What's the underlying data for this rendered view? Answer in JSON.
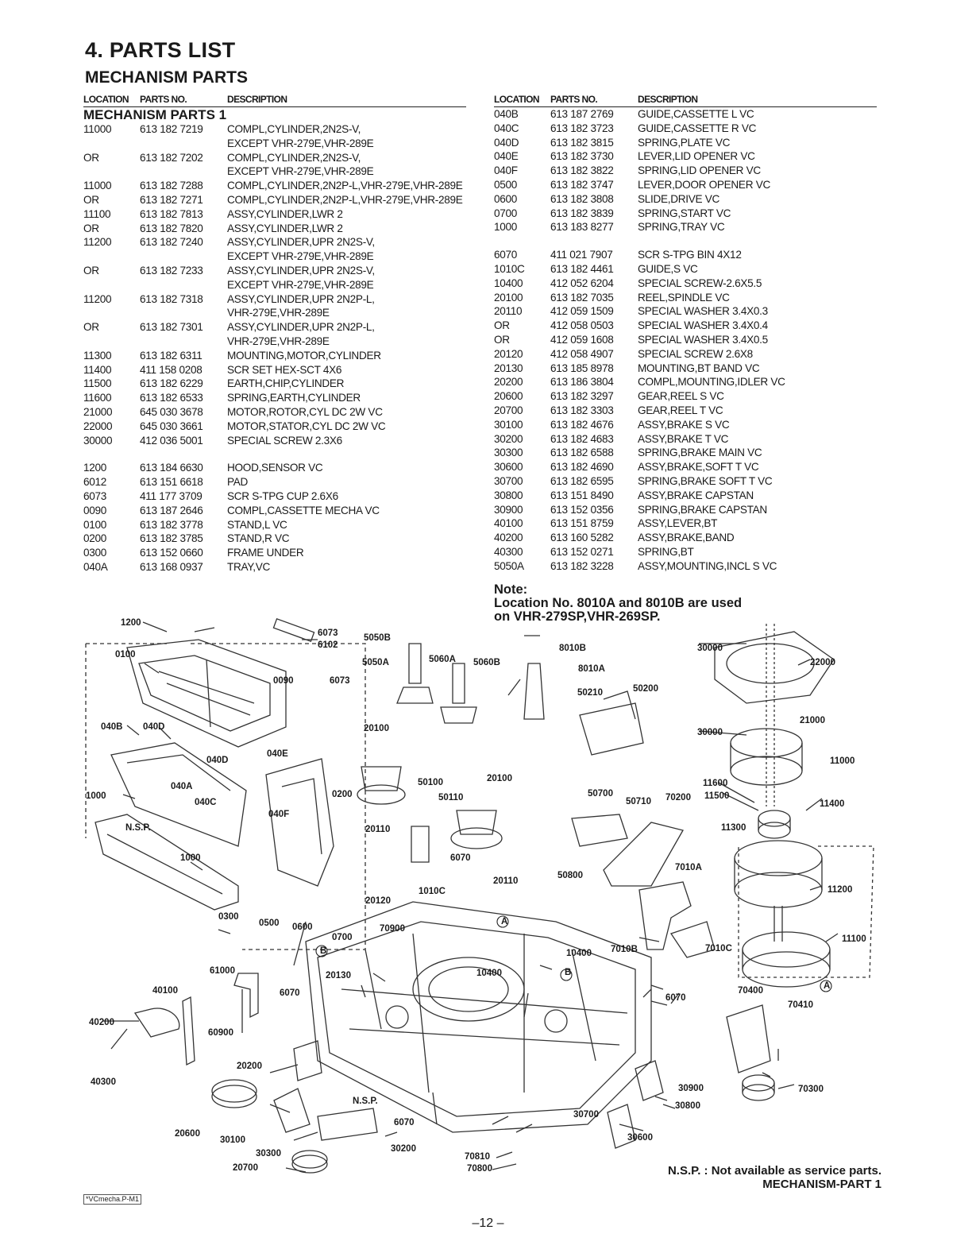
{
  "title": "4. PARTS LIST",
  "subtitle": "MECHANISM PARTS",
  "headers": {
    "location": "LOCATION",
    "parts_no": "PARTS NO.",
    "description": "DESCRIPTION"
  },
  "left_section_title": "MECHANISM PARTS 1",
  "left_rows": [
    {
      "loc": "11000",
      "pn": "613 182 7219",
      "desc": "COMPL,CYLINDER,2N2S-V,"
    },
    {
      "loc": "",
      "pn": "",
      "desc": "EXCEPT VHR-279E,VHR-289E"
    },
    {
      "loc": "OR",
      "pn": "613 182 7202",
      "desc": "COMPL,CYLINDER,2N2S-V,"
    },
    {
      "loc": "",
      "pn": "",
      "desc": "EXCEPT VHR-279E,VHR-289E"
    },
    {
      "loc": "11000",
      "pn": "613 182 7288",
      "desc": "COMPL,CYLINDER,2N2P-L,VHR-279E,VHR-289E"
    },
    {
      "loc": "OR",
      "pn": "613 182 7271",
      "desc": "COMPL,CYLINDER,2N2P-L,VHR-279E,VHR-289E"
    },
    {
      "loc": "11100",
      "pn": "613 182 7813",
      "desc": "ASSY,CYLINDER,LWR 2"
    },
    {
      "loc": "OR",
      "pn": "613 182 7820",
      "desc": "ASSY,CYLINDER,LWR 2"
    },
    {
      "loc": "11200",
      "pn": "613 182 7240",
      "desc": "ASSY,CYLINDER,UPR 2N2S-V,"
    },
    {
      "loc": "",
      "pn": "",
      "desc": "EXCEPT VHR-279E,VHR-289E"
    },
    {
      "loc": "OR",
      "pn": "613 182 7233",
      "desc": "ASSY,CYLINDER,UPR 2N2S-V,"
    },
    {
      "loc": "",
      "pn": "",
      "desc": "EXCEPT VHR-279E,VHR-289E"
    },
    {
      "loc": "11200",
      "pn": "613 182 7318",
      "desc": "ASSY,CYLINDER,UPR 2N2P-L,"
    },
    {
      "loc": "",
      "pn": "",
      "desc": "VHR-279E,VHR-289E"
    },
    {
      "loc": "OR",
      "pn": "613 182 7301",
      "desc": "ASSY,CYLINDER,UPR 2N2P-L,"
    },
    {
      "loc": "",
      "pn": "",
      "desc": "VHR-279E,VHR-289E"
    },
    {
      "loc": "11300",
      "pn": "613 182 6311",
      "desc": "MOUNTING,MOTOR,CYLINDER"
    },
    {
      "loc": "11400",
      "pn": "411 158 0208",
      "desc": "SCR SET HEX-SCT 4X6"
    },
    {
      "loc": "11500",
      "pn": "613 182 6229",
      "desc": "EARTH,CHIP,CYLINDER"
    },
    {
      "loc": "11600",
      "pn": "613 182 6533",
      "desc": "SPRING,EARTH,CYLINDER"
    },
    {
      "loc": "21000",
      "pn": "645 030 3678",
      "desc": "MOTOR,ROTOR,CYL DC 2W VC"
    },
    {
      "loc": "22000",
      "pn": "645 030 3661",
      "desc": "MOTOR,STATOR,CYL DC 2W VC"
    },
    {
      "loc": "30000",
      "pn": "412 036 5001",
      "desc": "SPECIAL SCREW 2.3X6"
    },
    {
      "gap": true
    },
    {
      "loc": "1200",
      "pn": "613 184 6630",
      "desc": "HOOD,SENSOR VC"
    },
    {
      "loc": "6012",
      "pn": "613 151 6618",
      "desc": "PAD"
    },
    {
      "loc": "6073",
      "pn": "411 177 3709",
      "desc": "SCR S-TPG CUP 2.6X6"
    },
    {
      "loc": "0090",
      "pn": "613 187 2646",
      "desc": "COMPL,CASSETTE MECHA VC"
    },
    {
      "loc": "0100",
      "pn": "613 182 3778",
      "desc": "STAND,L VC"
    },
    {
      "loc": "0200",
      "pn": "613 182 3785",
      "desc": "STAND,R VC"
    },
    {
      "loc": "0300",
      "pn": "613 152 0660",
      "desc": "FRAME UNDER"
    },
    {
      "loc": "040A",
      "pn": "613 168 0937",
      "desc": "TRAY,VC"
    }
  ],
  "right_rows": [
    {
      "loc": "040B",
      "pn": "613 187 2769",
      "desc": "GUIDE,CASSETTE L VC"
    },
    {
      "loc": "040C",
      "pn": "613 182 3723",
      "desc": "GUIDE,CASSETTE R VC"
    },
    {
      "loc": "040D",
      "pn": "613 182 3815",
      "desc": "SPRING,PLATE VC"
    },
    {
      "loc": "040E",
      "pn": "613 182 3730",
      "desc": "LEVER,LID OPENER VC"
    },
    {
      "loc": "040F",
      "pn": "613 182 3822",
      "desc": "SPRING,LID OPENER VC"
    },
    {
      "loc": "0500",
      "pn": "613 182 3747",
      "desc": "LEVER,DOOR OPENER VC"
    },
    {
      "loc": "0600",
      "pn": "613 182 3808",
      "desc": "SLIDE,DRIVE VC"
    },
    {
      "loc": "0700",
      "pn": "613 182 3839",
      "desc": "SPRING,START VC"
    },
    {
      "loc": "1000",
      "pn": "613 183 8277",
      "desc": "SPRING,TRAY VC"
    },
    {
      "gap": true
    },
    {
      "loc": "6070",
      "pn": "411 021 7907",
      "desc": "SCR S-TPG BIN 4X12"
    },
    {
      "loc": "1010C",
      "pn": "613 182 4461",
      "desc": "GUIDE,S VC"
    },
    {
      "loc": "10400",
      "pn": "412 052 6204",
      "desc": "SPECIAL SCREW-2.6X5.5"
    },
    {
      "loc": "20100",
      "pn": "613 182 7035",
      "desc": "REEL,SPINDLE VC"
    },
    {
      "loc": "20110",
      "pn": "412 059 1509",
      "desc": "SPECIAL WASHER 3.4X0.3"
    },
    {
      "loc": "OR",
      "pn": "412 058 0503",
      "desc": "SPECIAL WASHER 3.4X0.4"
    },
    {
      "loc": "OR",
      "pn": "412 059 1608",
      "desc": "SPECIAL WASHER 3.4X0.5"
    },
    {
      "loc": "20120",
      "pn": "412 058 4907",
      "desc": "SPECIAL SCREW 2.6X8"
    },
    {
      "loc": "20130",
      "pn": "613 185 8978",
      "desc": "MOUNTING,BT BAND VC"
    },
    {
      "loc": "20200",
      "pn": "613 186 3804",
      "desc": "COMPL,MOUNTING,IDLER VC"
    },
    {
      "loc": "20600",
      "pn": "613 182 3297",
      "desc": "GEAR,REEL S VC"
    },
    {
      "loc": "20700",
      "pn": "613 182 3303",
      "desc": "GEAR,REEL T VC"
    },
    {
      "loc": "30100",
      "pn": "613 182 4676",
      "desc": "ASSY,BRAKE S VC"
    },
    {
      "loc": "30200",
      "pn": "613 182 4683",
      "desc": "ASSY,BRAKE T VC"
    },
    {
      "loc": "30300",
      "pn": "613 182 6588",
      "desc": "SPRING,BRAKE MAIN VC"
    },
    {
      "loc": "30600",
      "pn": "613 182 4690",
      "desc": "ASSY,BRAKE,SOFT T VC"
    },
    {
      "loc": "30700",
      "pn": "613 182 6595",
      "desc": "SPRING,BRAKE SOFT T VC"
    },
    {
      "loc": "30800",
      "pn": "613 151 8490",
      "desc": "ASSY,BRAKE CAPSTAN"
    },
    {
      "loc": "30900",
      "pn": "613 152 0356",
      "desc": "SPRING,BRAKE CAPSTAN"
    },
    {
      "loc": "40100",
      "pn": "613 151 8759",
      "desc": "ASSY,LEVER,BT"
    },
    {
      "loc": "40200",
      "pn": "613 160 5282",
      "desc": "ASSY,BRAKE,BAND"
    },
    {
      "loc": "40300",
      "pn": "613 152 0271",
      "desc": "SPRING,BT"
    },
    {
      "loc": "5050A",
      "pn": "613 182 3228",
      "desc": "ASSY,MOUNTING,INCL S VC"
    }
  ],
  "note": {
    "heading": "Note:",
    "line1": "Location No. 8010A and 8010B are used",
    "line2": "on VHR-279SP,VHR-269SP."
  },
  "diagram_labels": [
    "1200",
    "6073",
    "6102",
    "0100",
    "0090",
    "6073",
    "040B",
    "040D",
    "040D",
    "040E",
    "040A",
    "040C",
    "040F",
    "0200",
    "1000",
    "N.S.P.",
    "1000",
    "0300",
    "0500",
    "0600",
    "0700",
    "B",
    "5050B",
    "5050A",
    "5060A",
    "5060B",
    "20100",
    "50100",
    "50110",
    "20110",
    "20100",
    "6070",
    "1010C",
    "20110",
    "20120",
    "70900",
    "A",
    "10400",
    "B",
    "10400",
    "20130",
    "6070",
    "8010B",
    "8010A",
    "50210",
    "50200",
    "50700",
    "50710",
    "70200",
    "50800",
    "7010A",
    "7010B",
    "7010C",
    "30000",
    "22000",
    "30000",
    "21000",
    "11000",
    "11600",
    "11500",
    "11400",
    "11300",
    "11200",
    "11100",
    "A",
    "61000",
    "40100",
    "40200",
    "40300",
    "60900",
    "20200",
    "20600",
    "30100",
    "30300",
    "20700",
    "N.S.P.",
    "6070",
    "30200",
    "70810",
    "70800",
    "30700",
    "30600",
    "30900",
    "30800",
    "6070",
    "70400",
    "70410",
    "70300"
  ],
  "nsp_line": "N.S.P. : Not available as service parts.",
  "diagram_caption": "MECHANISM-PART 1",
  "file_tag": "*VCmecha.P-M1",
  "page_number": "–12 –"
}
